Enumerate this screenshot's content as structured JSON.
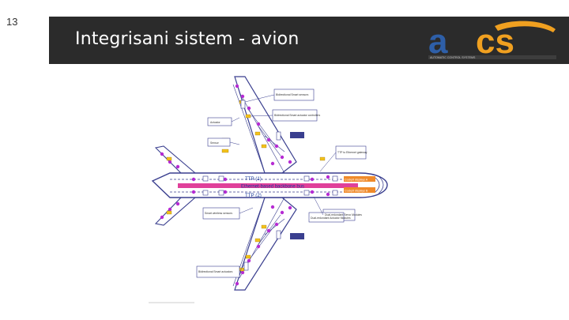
{
  "slide": {
    "page_number": "13",
    "title": "Integrisani sistem - avion"
  },
  "logo": {
    "text": "acs",
    "tagline": "AUTOMATIC CONTROL SYSTEMS",
    "colors": {
      "blue": "#2e5fa8",
      "orange": "#f0a020"
    }
  },
  "diagram": {
    "bus_primary": "TTP (1)",
    "bus_backbone": "Ethernet-based backbone bus",
    "bus_secondary": "TTP (2)",
    "labels": {
      "bidirectional_smart_sensors": "Bidirectional Smart sensors",
      "bidirectional_smart_actuator_controllers": "Bidirectional Smart actuator controllers",
      "actuator": "Actuator",
      "sensor": "Sensor",
      "ttp_to_gateway": "TTP to Ethernet gateway",
      "cockpit_displays_a": "Cockpit displays A",
      "cockpit_displays_b": "Cockpit displays B",
      "smart_wireless_sensors": "Smart wireless sensors",
      "dual_redundant_servo_modules": "Dual-redundant Servo Modules",
      "dual_redundant_actuators": "Dual-redundant Actuator Modules",
      "bidirectional_smart_actuators": "Bidirectional Smart actuators"
    },
    "colors": {
      "fuselage_outline": "#3a3f8f",
      "pink_bus": "#e0409a",
      "magenta_node": "#b62bd3",
      "yellow_node": "#f3c21c",
      "orange_box": "#f08a2a",
      "bus_text": "#1a3a9a"
    }
  }
}
